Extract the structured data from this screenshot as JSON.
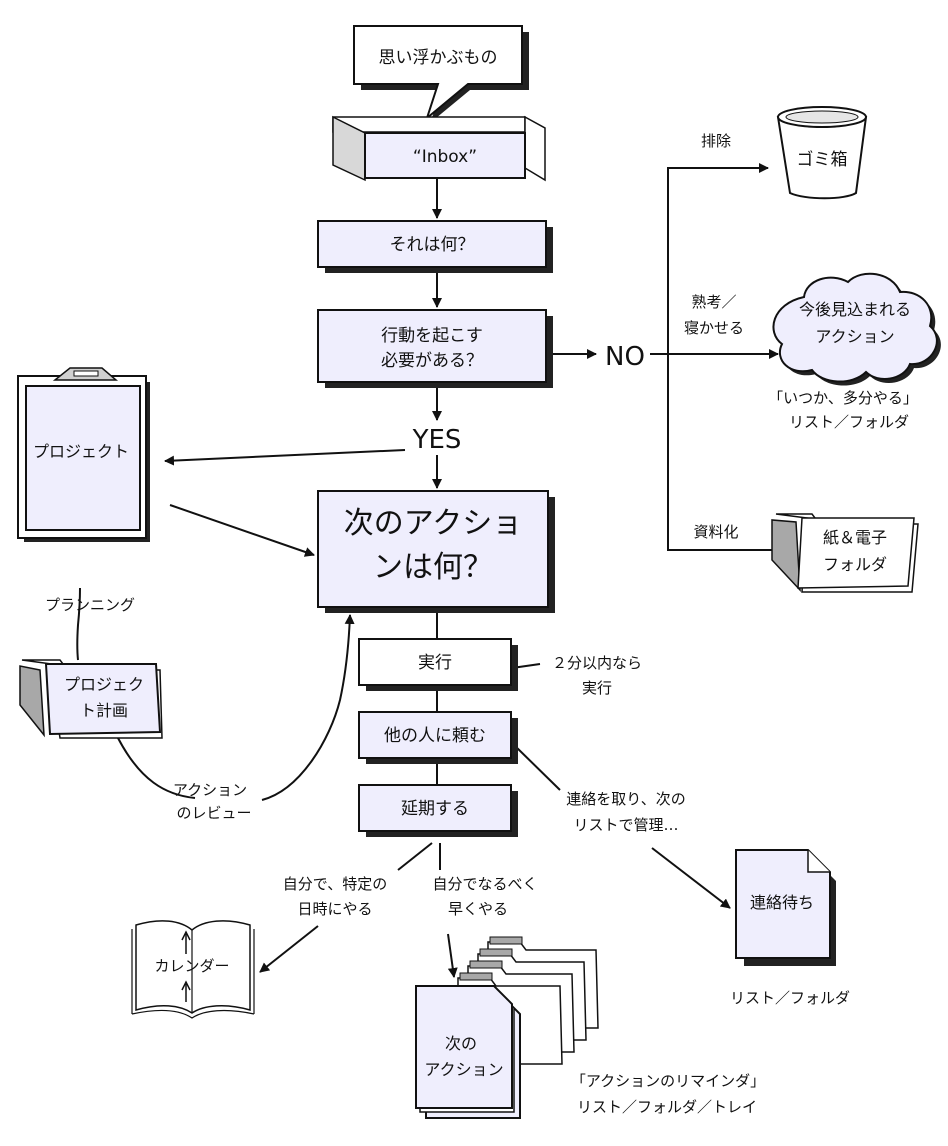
{
  "nodes": {
    "thoughts": "思い浮かぶもの",
    "inbox": "“Inbox”",
    "what_is_it": "それは何？",
    "actionable_1": "行動を起こす",
    "actionable_2": "必要がある？",
    "no": "NO",
    "yes": "YES",
    "next_action_1": "次のアクショ",
    "next_action_2": "ンは何？",
    "do_it": "実行",
    "delegate": "他の人に頼む",
    "defer": "延期する",
    "project": "プロジェクト",
    "project_plan_1": "プロジェク",
    "project_plan_2": "ト計画",
    "trash": "ゴミ箱",
    "someday_1": "今後見込まれる",
    "someday_2": "アクション",
    "reference_1": "紙＆電子",
    "reference_2": "フォルダ",
    "waiting_for": "連絡待ち",
    "calendar": "カレンダー",
    "next_actions_1": "次の",
    "next_actions_2": "アクション"
  },
  "labels": {
    "eliminate": "排除",
    "incubate_1": "熟考／",
    "incubate_2": "寝かせる",
    "someday_list_1": "「いつか、多分やる」",
    "someday_list_2": "リスト／フォルダ",
    "file": "資料化",
    "two_min_1": "２分以内なら",
    "two_min_2": "実行",
    "delegate_note_1": "連絡を取り、次の",
    "delegate_note_2": "リストで管理…",
    "waiting_list": "リスト／フォルダ",
    "specific_time_1": "自分で、特定の",
    "specific_time_2": "日時にやる",
    "asap_1": "自分でなるべく",
    "asap_2": "早くやる",
    "reminder_list_1": "「アクションのリマインダ」",
    "reminder_list_2": "リスト／フォルダ／トレイ",
    "planning": "プランニング",
    "review_1": "アクション",
    "review_2": "のレビュー"
  },
  "colors": {
    "box_fill": "#efeefd",
    "line": "#111111",
    "folder_tab": "#a8a8a8"
  }
}
